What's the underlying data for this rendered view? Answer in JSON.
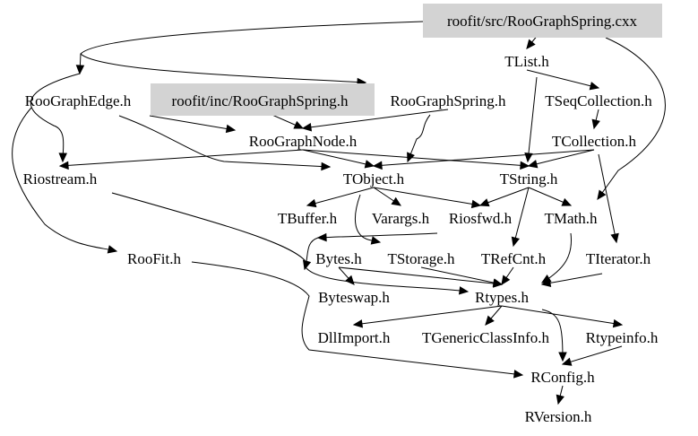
{
  "diagram": {
    "type": "include-dependency-graph",
    "nodes": [
      {
        "id": "src",
        "label": "roofit/src/RooGraphSpring.cxx",
        "highlighted": true
      },
      {
        "id": "TList",
        "label": "TList.h",
        "highlighted": false
      },
      {
        "id": "RooGraphEdge",
        "label": "RooGraphEdge.h",
        "highlighted": false
      },
      {
        "id": "inc",
        "label": "roofit/inc/RooGraphSpring.h",
        "highlighted": true
      },
      {
        "id": "RooGraphSpring",
        "label": "RooGraphSpring.h",
        "highlighted": false
      },
      {
        "id": "TSeqCollection",
        "label": "TSeqCollection.h",
        "highlighted": false
      },
      {
        "id": "RooGraphNode",
        "label": "RooGraphNode.h",
        "highlighted": false
      },
      {
        "id": "TCollection",
        "label": "TCollection.h",
        "highlighted": false
      },
      {
        "id": "Riostream",
        "label": "Riostream.h",
        "highlighted": false
      },
      {
        "id": "TObject",
        "label": "TObject.h",
        "highlighted": false
      },
      {
        "id": "TString",
        "label": "TString.h",
        "highlighted": false
      },
      {
        "id": "TBuffer",
        "label": "TBuffer.h",
        "highlighted": false
      },
      {
        "id": "Varargs",
        "label": "Varargs.h",
        "highlighted": false
      },
      {
        "id": "Riosfwd",
        "label": "Riosfwd.h",
        "highlighted": false
      },
      {
        "id": "TMath",
        "label": "TMath.h",
        "highlighted": false
      },
      {
        "id": "RooFit",
        "label": "RooFit.h",
        "highlighted": false
      },
      {
        "id": "Bytes",
        "label": "Bytes.h",
        "highlighted": false
      },
      {
        "id": "TStorage",
        "label": "TStorage.h",
        "highlighted": false
      },
      {
        "id": "TRefCnt",
        "label": "TRefCnt.h",
        "highlighted": false
      },
      {
        "id": "TIterator",
        "label": "TIterator.h",
        "highlighted": false
      },
      {
        "id": "Byteswap",
        "label": "Byteswap.h",
        "highlighted": false
      },
      {
        "id": "Rtypes",
        "label": "Rtypes.h",
        "highlighted": false
      },
      {
        "id": "DllImport",
        "label": "DllImport.h",
        "highlighted": false
      },
      {
        "id": "TGenericClassInfo",
        "label": "TGenericClassInfo.h",
        "highlighted": false
      },
      {
        "id": "Rtypeinfo",
        "label": "Rtypeinfo.h",
        "highlighted": false
      },
      {
        "id": "RConfig",
        "label": "RConfig.h",
        "highlighted": false
      },
      {
        "id": "RVersion",
        "label": "RVersion.h",
        "highlighted": false
      }
    ],
    "edges": [
      [
        "src",
        "TList"
      ],
      [
        "src",
        "RooGraphEdge"
      ],
      [
        "src",
        "RooGraphSpring"
      ],
      [
        "src",
        "TMath"
      ],
      [
        "TList",
        "TSeqCollection"
      ],
      [
        "TList",
        "TString"
      ],
      [
        "TSeqCollection",
        "TCollection"
      ],
      [
        "inc",
        "RooGraphNode"
      ],
      [
        "RooGraphSpring",
        "RooGraphNode"
      ],
      [
        "RooGraphSpring",
        "TObject"
      ],
      [
        "RooGraphEdge",
        "RooGraphNode"
      ],
      [
        "RooGraphEdge",
        "Riostream"
      ],
      [
        "RooGraphEdge",
        "TObject"
      ],
      [
        "RooGraphEdge",
        "RooFit"
      ],
      [
        "RooGraphNode",
        "Riostream"
      ],
      [
        "RooGraphNode",
        "TObject"
      ],
      [
        "RooGraphNode",
        "TString"
      ],
      [
        "TCollection",
        "TObject"
      ],
      [
        "TCollection",
        "TString"
      ],
      [
        "TCollection",
        "TIterator"
      ],
      [
        "TObject",
        "TBuffer"
      ],
      [
        "TObject",
        "Varargs"
      ],
      [
        "TObject",
        "Riosfwd"
      ],
      [
        "TObject",
        "TStorage"
      ],
      [
        "TString",
        "Riosfwd"
      ],
      [
        "TString",
        "TMath"
      ],
      [
        "TString",
        "TRefCnt"
      ],
      [
        "Riosfwd",
        "TBuffer"
      ],
      [
        "Riostream",
        "Rtypes"
      ],
      [
        "TBuffer",
        "Bytes"
      ],
      [
        "Bytes",
        "Byteswap"
      ],
      [
        "Bytes",
        "Rtypes"
      ],
      [
        "TStorage",
        "Rtypes"
      ],
      [
        "TRefCnt",
        "Rtypes"
      ],
      [
        "TMath",
        "Rtypes"
      ],
      [
        "TIterator",
        "Rtypes"
      ],
      [
        "RooFit",
        "RConfig"
      ],
      [
        "Rtypes",
        "DllImport"
      ],
      [
        "Rtypes",
        "TGenericClassInfo"
      ],
      [
        "Rtypes",
        "Rtypeinfo"
      ],
      [
        "Rtypes",
        "RConfig"
      ],
      [
        "Rtypeinfo",
        "RConfig"
      ],
      [
        "RConfig",
        "RVersion"
      ]
    ]
  },
  "colors": {
    "highlight_fill": "#d3d3d3",
    "edge": "#000000",
    "background": "#ffffff"
  }
}
